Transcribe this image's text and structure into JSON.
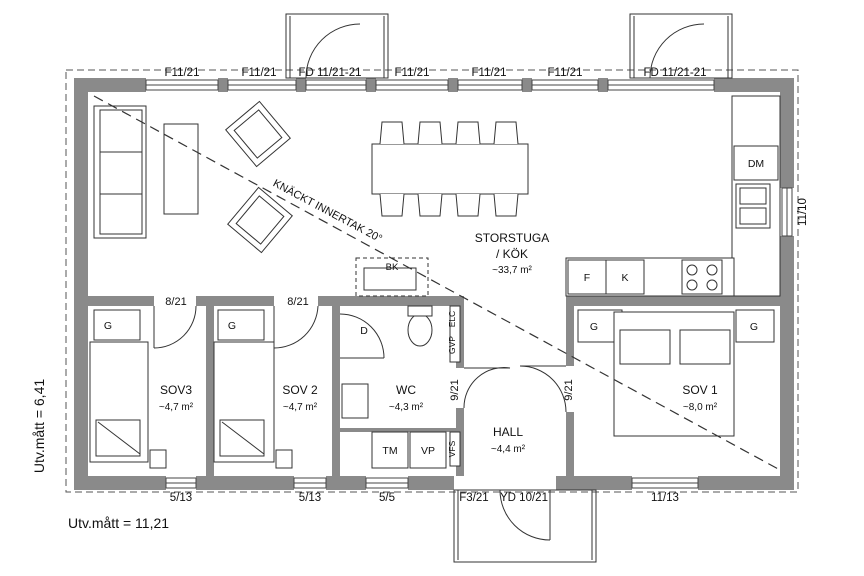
{
  "windows": {
    "top": [
      "F11/21",
      "F11/21",
      "FD 11/21-21",
      "F11/21",
      "F11/21",
      "F11/21",
      "FD 11/21-21"
    ],
    "right": "11/10",
    "bottom": [
      "5/13",
      "5/13",
      "5/5",
      "F3/21",
      "YD 10/21",
      "11/13"
    ]
  },
  "doors": {
    "sov3": "8/21",
    "sov2": "8/21",
    "wc": "9/21",
    "sov1": "9/21"
  },
  "rooms": {
    "storstuga": {
      "name_line1": "STORSTUGA",
      "name_line2": "/ KÖK",
      "area": "~33,7 m²"
    },
    "sov3": {
      "name": "SOV3",
      "area": "~4,7 m²"
    },
    "sov2": {
      "name": "SOV 2",
      "area": "~4,7 m²"
    },
    "wc": {
      "name": "WC",
      "area": "~4,3 m²"
    },
    "hall": {
      "name": "HALL",
      "area": "~4,4 m²"
    },
    "sov1": {
      "name": "SOV 1",
      "area": "~8,0 m²"
    }
  },
  "fixtures": {
    "dm": "DM",
    "bk": "BK",
    "f": "F",
    "k": "K",
    "g": "G",
    "d": "D",
    "tm": "TM",
    "vp": "VP",
    "gvp": "GVP",
    "elc": "ELC",
    "vfs": "VFS"
  },
  "ceiling_note": "KNÄCKT INNERTAK 20°",
  "dimensions": {
    "width": "Utv.mått = 11,21",
    "height": "Utv.mått = 6,41"
  }
}
